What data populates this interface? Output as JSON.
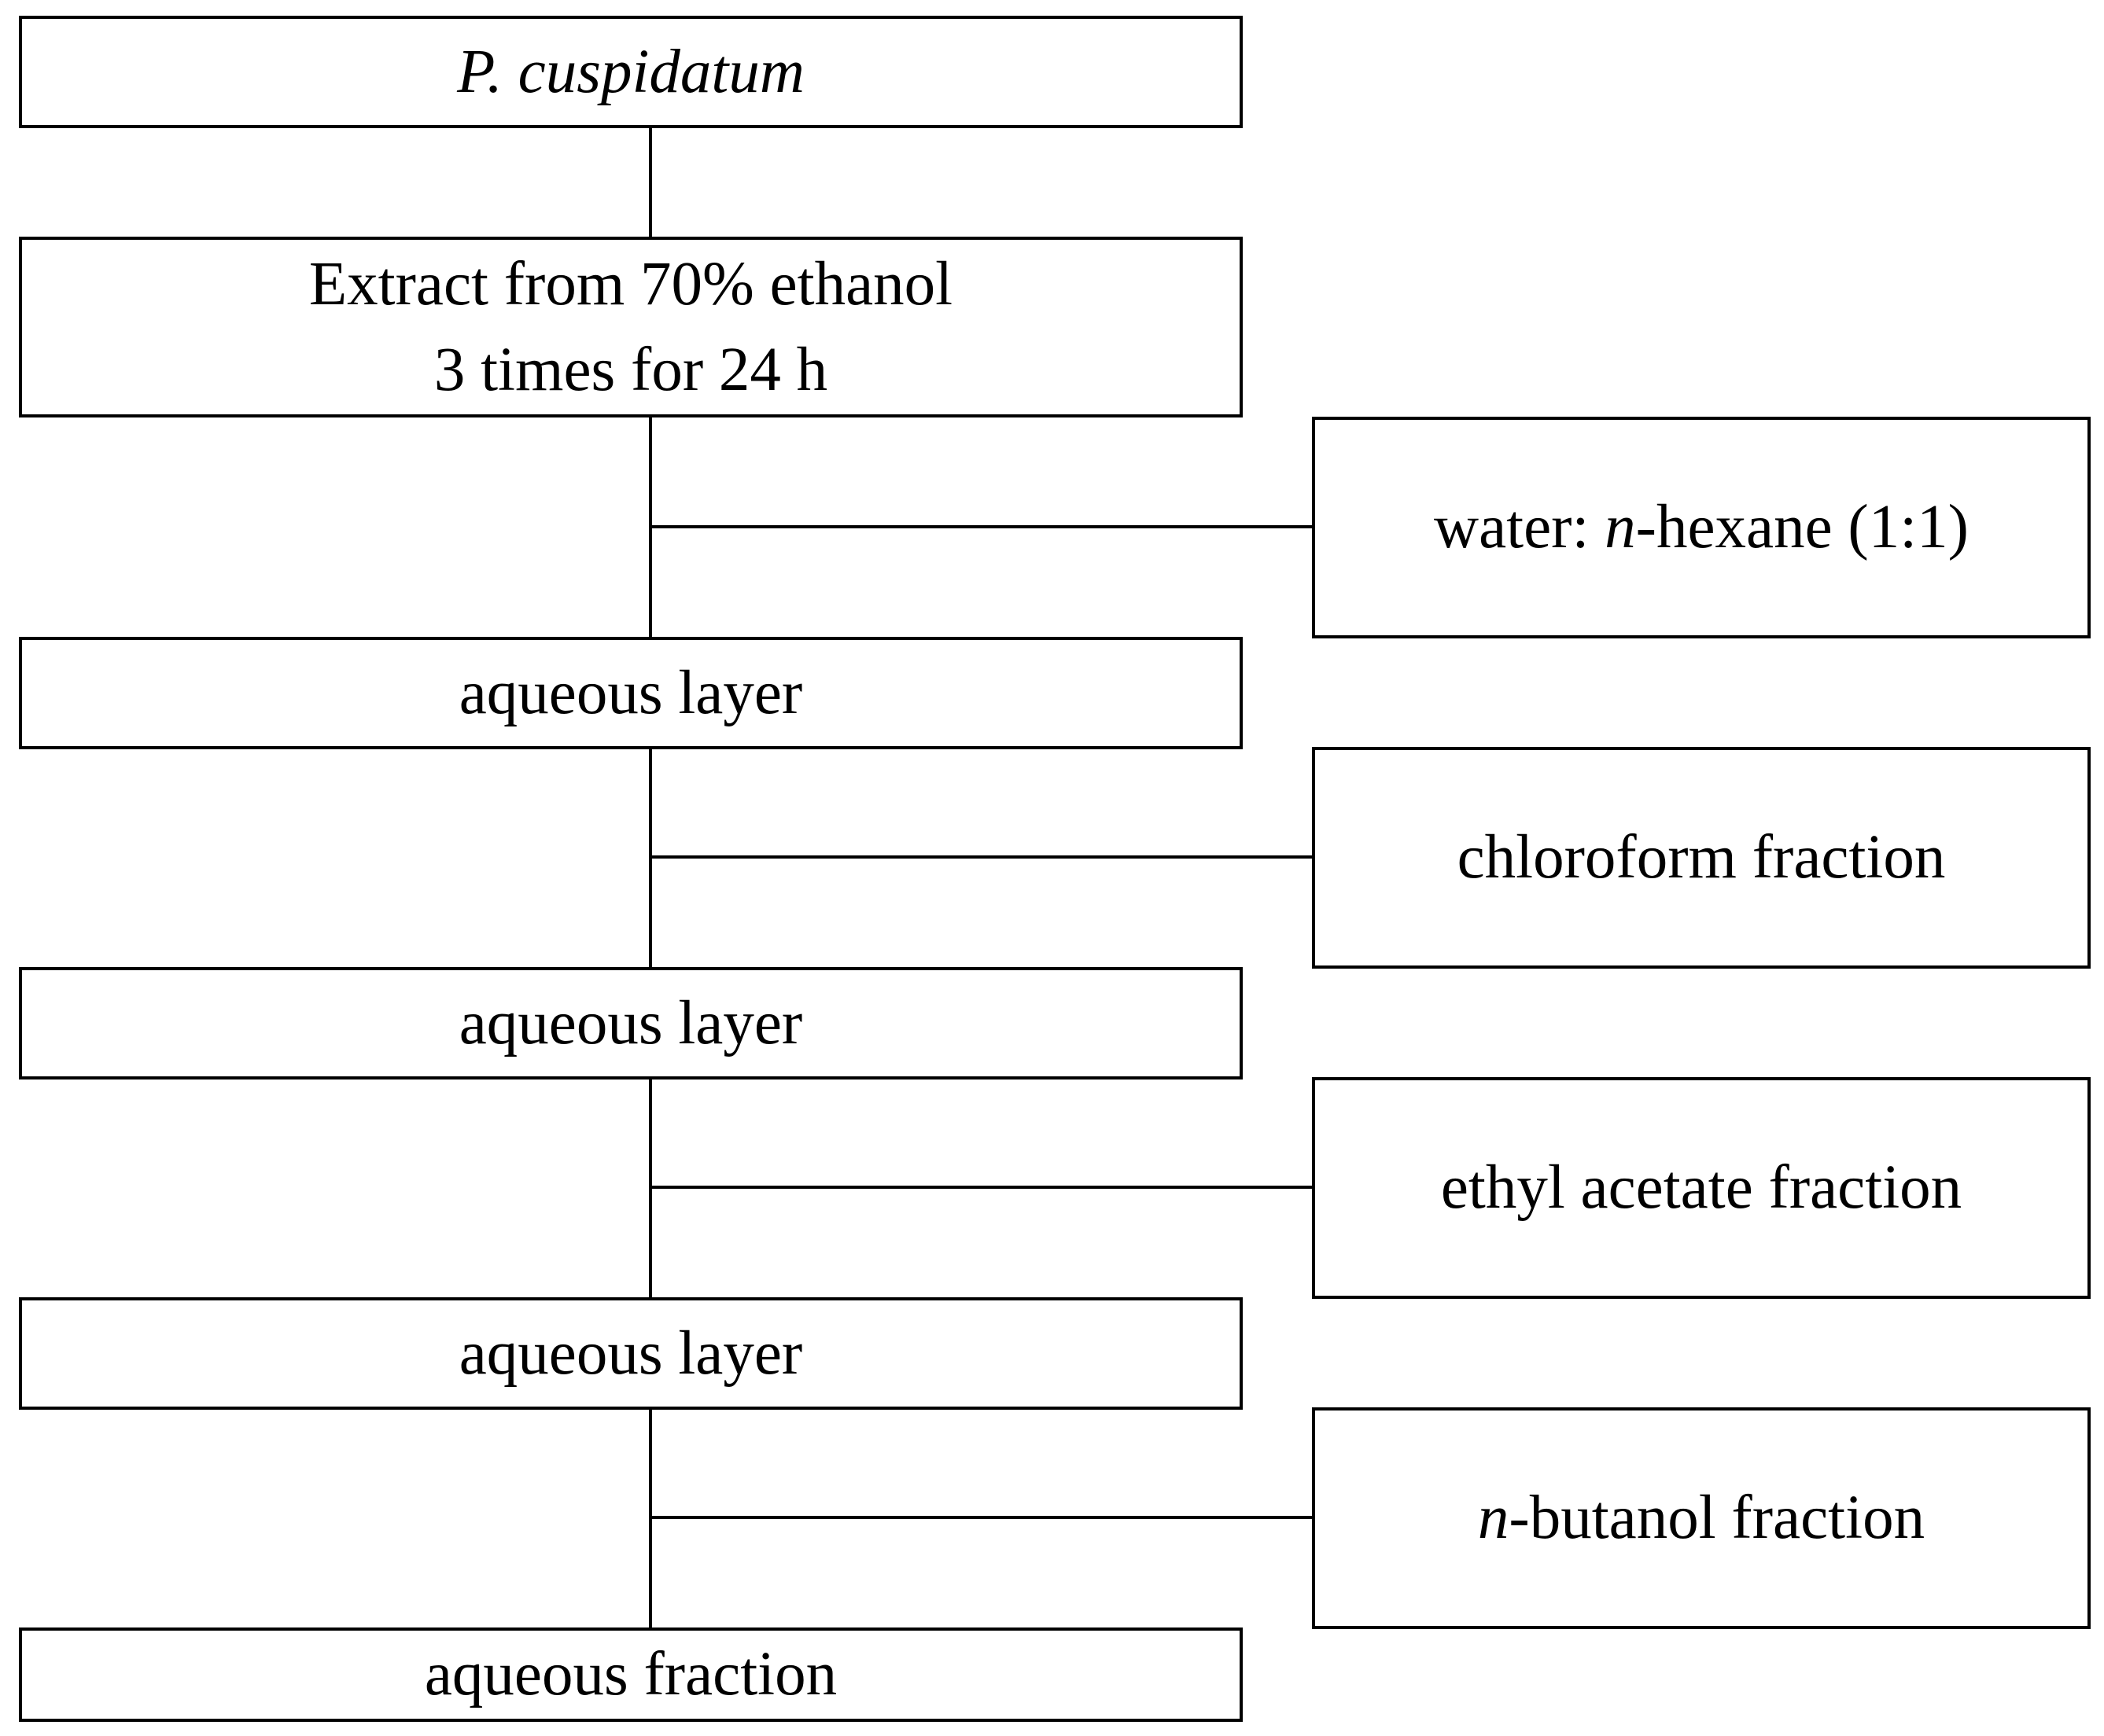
{
  "flowchart": {
    "source": {
      "italic": "P. cuspidatum"
    },
    "extract": {
      "line1": "Extract from 70% ethanol",
      "line2": "3 times for 24 h"
    },
    "partition_hexane": {
      "italic": "n",
      "rest": "-hexane (1:1)",
      "prefix": "water: "
    },
    "aqueous_layer_1": "aqueous layer",
    "chloroform": "chloroform fraction",
    "aqueous_layer_2": "aqueous layer",
    "ethyl_acetate": "ethyl acetate fraction",
    "aqueous_layer_3": "aqueous layer",
    "butanol": {
      "italic": "n",
      "rest": "-butanol fraction"
    },
    "aqueous_fraction": "aqueous fraction"
  }
}
